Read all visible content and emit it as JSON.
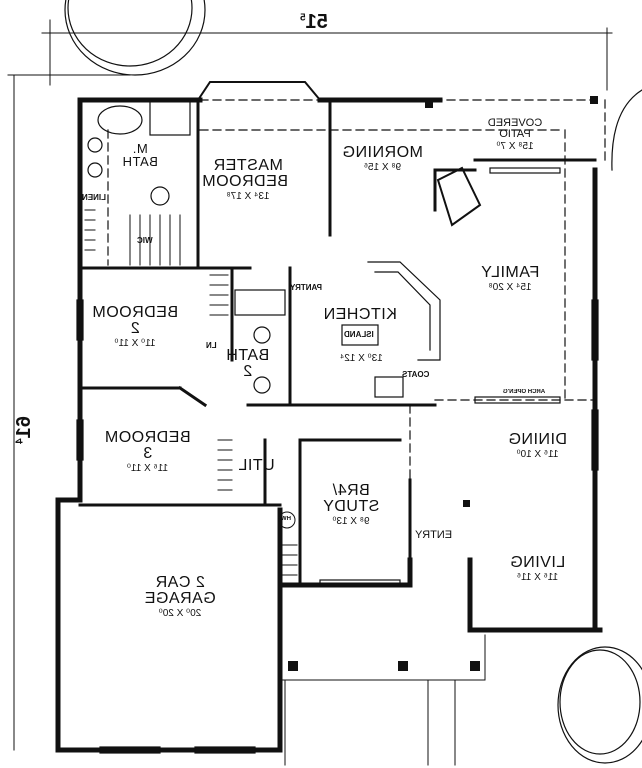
{
  "plan": {
    "mirrored": true,
    "overall_width": "51' 5\"",
    "overall_depth": "61' 4\"",
    "width_label": "51",
    "width_sup": "5",
    "depth_label": "61",
    "depth_sup": "4"
  },
  "rooms": {
    "master_bedroom": {
      "name1": "MASTER",
      "name2": "BEDROOM",
      "dims": "13⁴ X 17⁸"
    },
    "m_bath": {
      "name1": "M.",
      "name2": "BATH"
    },
    "linen": {
      "name": "LINEN"
    },
    "wic": {
      "name": "WIC"
    },
    "morning": {
      "name": "MORNING",
      "dims": "9⁸ X 15⁶"
    },
    "covered_patio": {
      "name1": "COVERED",
      "name2": "PATIO",
      "dims": "15⁸ X 7⁰"
    },
    "family": {
      "name": "FAMILY",
      "dims": "15⁴ X 20⁸"
    },
    "kitchen": {
      "name": "KITCHEN",
      "dims": "13⁰ X 12⁴",
      "island": "ISLAND",
      "pantry": "PANTRY",
      "coats": "COATS"
    },
    "arch": {
      "name": "ARCH OPEN'G"
    },
    "bedroom2": {
      "name1": "BEDROOM",
      "name2": "2",
      "dims": "11⁰ X 11⁰"
    },
    "bath2": {
      "name1": "BATH",
      "name2": "2",
      "ln": "LN"
    },
    "bedroom3": {
      "name1": "BEDROOM",
      "name2": "3",
      "dims": "11⁶ X 11⁰"
    },
    "util": {
      "name": "UTIL",
      "hw": "HW"
    },
    "study": {
      "name1": "BR4/",
      "name2": "STUDY",
      "dims": "9⁸ X 13⁰"
    },
    "entry": {
      "name": "ENTRY"
    },
    "dining": {
      "name": "DINING",
      "dims": "11⁶ X 10⁰"
    },
    "living": {
      "name": "LIVING",
      "dims": "11⁶ X 11⁶"
    },
    "garage": {
      "name1": "2 CAR",
      "name2": "GARAGE",
      "dims": "20⁰ X 20⁰"
    }
  },
  "colors": {
    "ink": "#111111",
    "paper": "#ffffff"
  }
}
